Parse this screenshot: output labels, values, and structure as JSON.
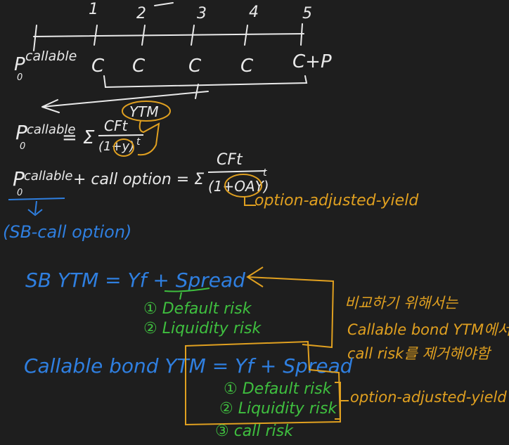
{
  "colors": {
    "background": "#1e1e1e",
    "white_ink": "#e9e9e9",
    "blue_ink": "#2f7fe0",
    "green_ink": "#3fbf3f",
    "orange_ink": "#e0a020"
  },
  "timeline": {
    "ticks": [
      "1",
      "2",
      "3",
      "4",
      "5"
    ],
    "cashflows": [
      "C",
      "C",
      "C",
      "C",
      "C+P"
    ],
    "p0_label": "P",
    "p0_sub": "0",
    "callable_word": "callable"
  },
  "equations": {
    "ytm_over_brace": "YTM",
    "eq1_lhs": "P",
    "eq1_sub": "0",
    "eq1_sup": "callable",
    "eq1_sigma": "= Σ",
    "eq1_num": "CFt",
    "eq1_den": "(1+y)",
    "eq1_exp": "t",
    "eq2_lhs": "P",
    "eq2_sub": "0",
    "eq2_sup": "callable",
    "eq2_mid": "+ call option = Σ",
    "eq2_num": "CFt",
    "eq2_den": "(1+OAY)",
    "eq2_exp": "t",
    "oay_note": "option-adjusted-yield",
    "down_arrow": "↓",
    "sb_note": "(SB-call option)"
  },
  "sb_ytm": {
    "formula": "SB YTM = Yf + Spread",
    "risk1": "① Default risk",
    "risk2": "② Liquidity risk"
  },
  "korean_note": {
    "line1": "비교하기 위해서는",
    "line2": "Callable bond YTM에서",
    "line3": "call risk를 제거해야함"
  },
  "callable_ytm": {
    "formula": "Callable bond YTM = Yf + Spread",
    "risk1": "① Default risk",
    "risk2": "② Liquidity risk",
    "risk3": "③ call risk",
    "oay_label": "option-adjusted-yield"
  }
}
